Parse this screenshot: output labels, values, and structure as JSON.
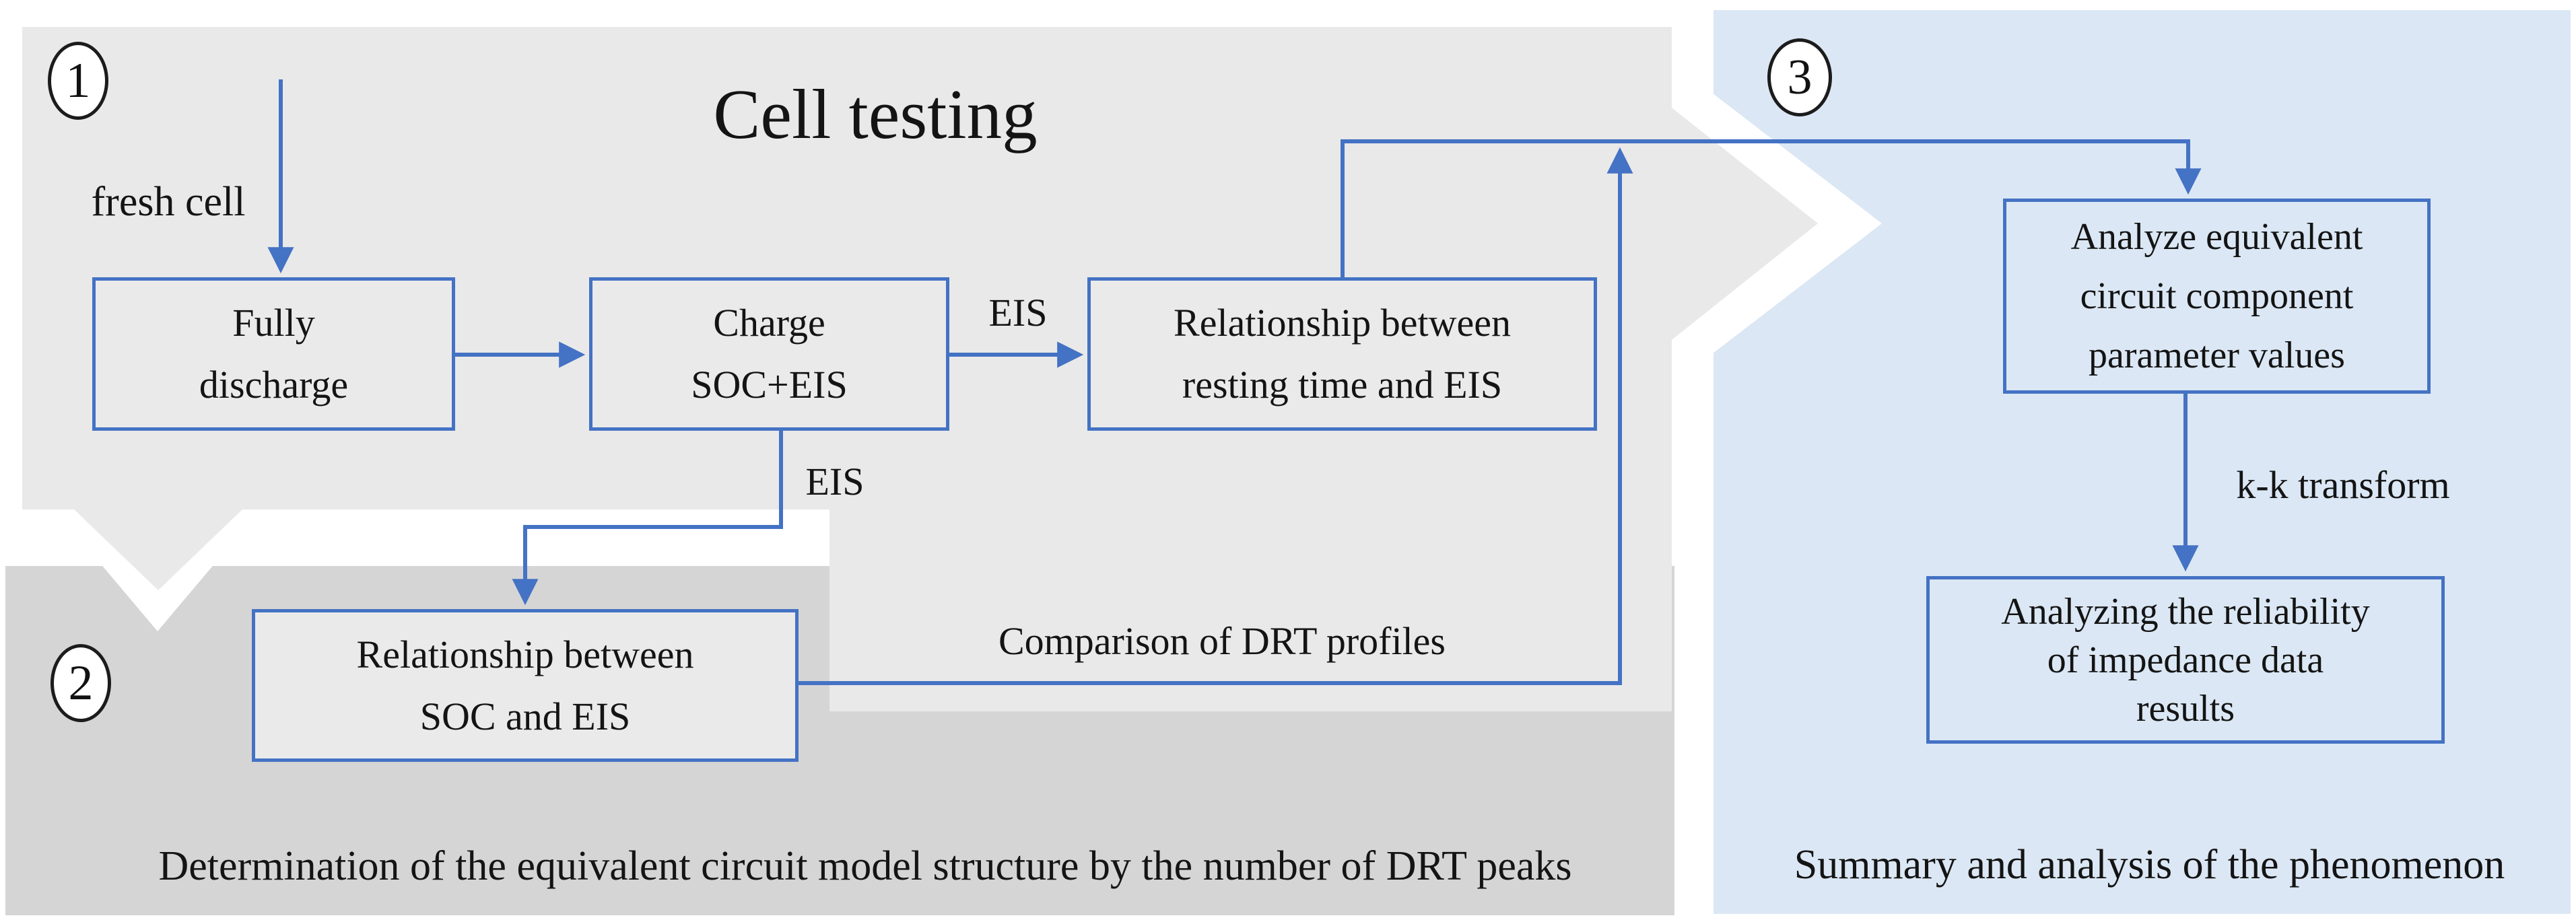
{
  "diagram": {
    "title": "Cell testing",
    "steps": {
      "one": "1",
      "two": "2",
      "three": "3"
    },
    "labels": {
      "fresh_cell": "fresh cell",
      "eis_right": "EIS",
      "eis_down": "EIS",
      "comparison": "Comparison of DRT profiles",
      "kk_transform": "k-k transform"
    },
    "boxes": {
      "fully_discharge": "Fully\ndischarge",
      "charge_soc_eis": "Charge\nSOC+EIS",
      "rel_resting": "Relationship between\nresting time and EIS",
      "rel_soc": "Relationship between\nSOC and EIS",
      "analyze_params": "Analyze equivalent\ncircuit component\nparameter values",
      "reliability": "Analyzing the reliability\nof impedance data\nresults"
    },
    "captions": {
      "region2": "Determination of the equivalent circuit model structure by the number of DRT peaks",
      "region3": "Summary and analysis of the phenomenon"
    },
    "colors": {
      "region1_gray": "#e9e9e9",
      "region2_gray": "#d5d5d5",
      "region3_blue": "#dbe7f4",
      "accent_blue": "#4472c4",
      "text": "#141414"
    }
  }
}
